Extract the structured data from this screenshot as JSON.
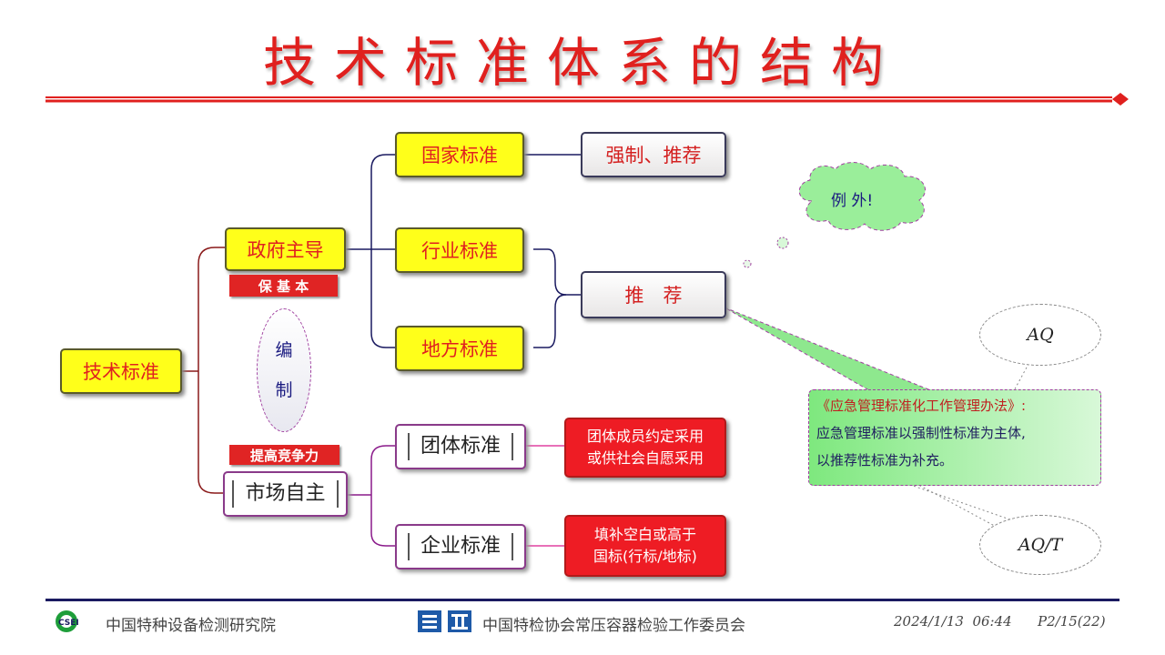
{
  "title": "技术标准体系的结构",
  "nodes": {
    "root": "技术标准",
    "gov": "政府主导",
    "market": "市场自主",
    "national": "国家标准",
    "industry": "行业标准",
    "local": "地方标准",
    "group": "团体标准",
    "enterprise": "企业标准",
    "mandatory": "强制、推荐",
    "recommend": "推　荐",
    "group_desc_1": "团体成员约定采用",
    "group_desc_2": "或供社会自愿采用",
    "ent_desc_1": "填补空白或高于",
    "ent_desc_2": "国标(行标/地标)"
  },
  "tags": {
    "basic": "保 基 本",
    "compete": "提高竞争力"
  },
  "compile": {
    "line1": "编",
    "line2": "制"
  },
  "cloud": "例 外!",
  "callout": {
    "line1": "《应急管理标准化工作管理办法》:",
    "line2": "应急管理标准以强制性标准为主体,",
    "line3": "以推荐性标准为补充。"
  },
  "aq_top": "AQ",
  "aq_bottom": "AQ/T",
  "footer": {
    "org_left": "中国特种设备检测研究院",
    "org_center": "中国特检协会常压容器检验工作委员会",
    "datetime": "2024/1/13  06:44",
    "page": "P2/15(22)",
    "logo_left": "CSEI"
  },
  "colors": {
    "accent_red": "#e0201e",
    "yellow": "#ffff1a",
    "navy": "#1a1a60",
    "green": "#7ee87e"
  }
}
